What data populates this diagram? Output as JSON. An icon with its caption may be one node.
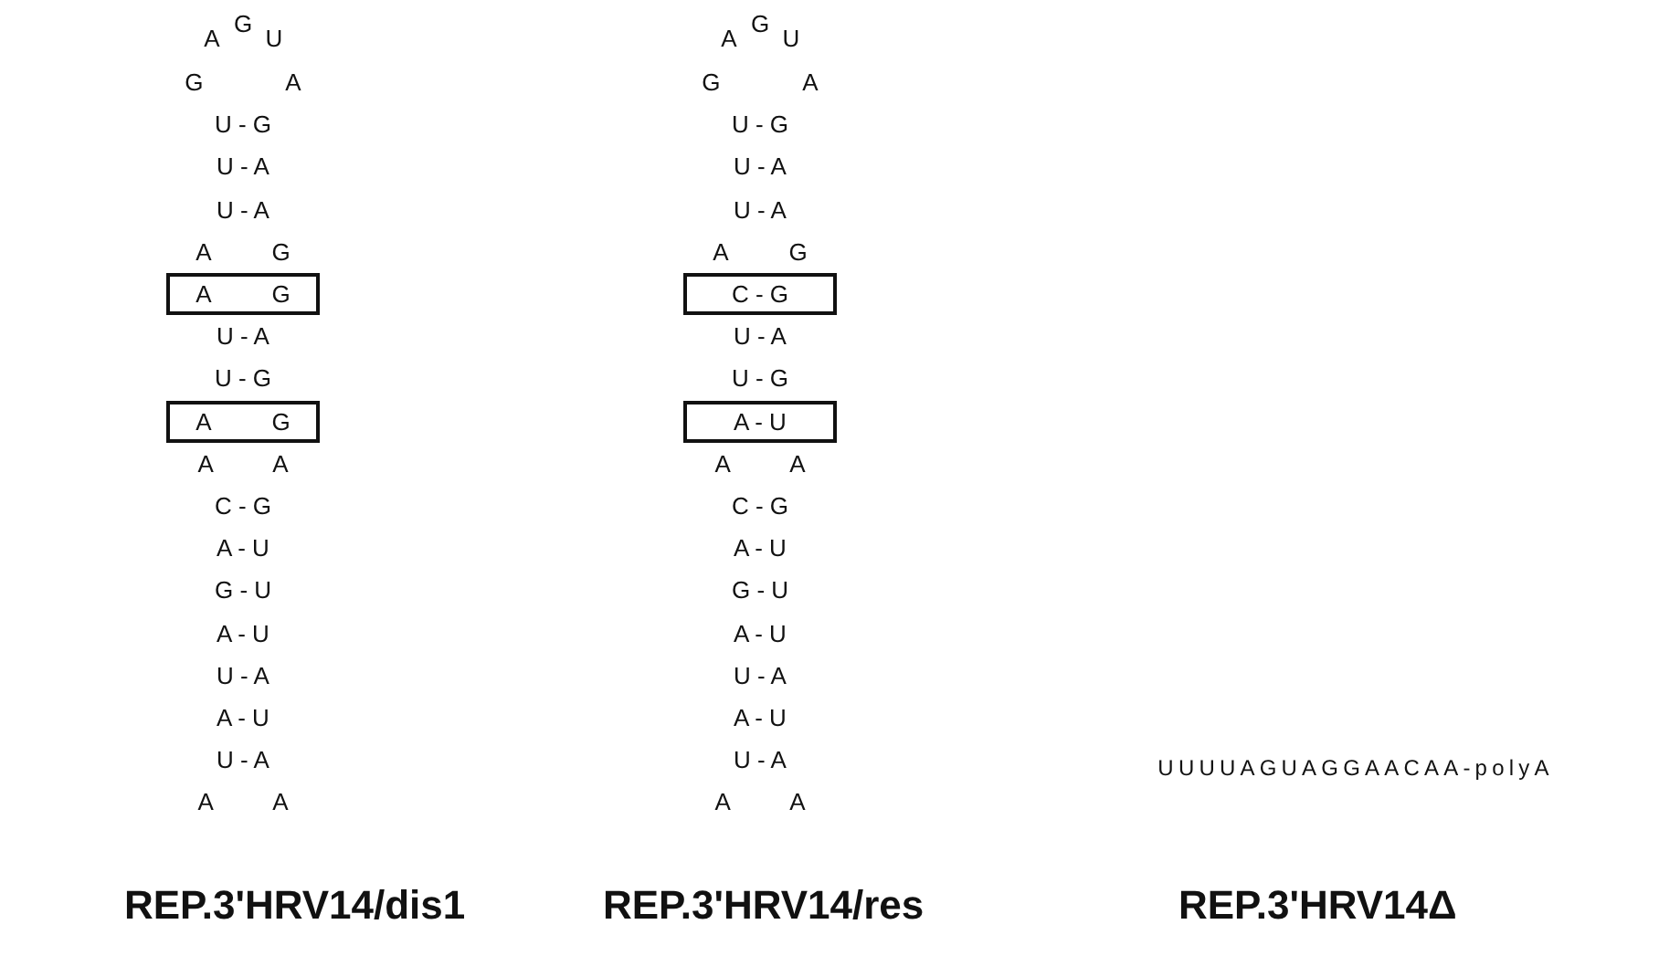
{
  "diagram": {
    "nodes": [
      {
        "text": [
          "A G"
        ]
      },
      {
        "text": [
          "A G"
        ]
      },
      {
        "text": [
          "C - G"
        ]
      },
      {
        "text": [
          "A - U"
        ]
      }
    ],
    "labels": [
      "A",
      "G",
      "U",
      "G A",
      "U - G",
      "U - A",
      "U - A",
      "A G",
      "U - A",
      "U - G",
      "A A",
      "C - G",
      "A - U",
      "G - U",
      "A - U",
      "U - A",
      "A - U",
      "U - A",
      "A A",
      "A",
      "G",
      "U",
      "G A",
      "U - G",
      "U - A",
      "U - A",
      "A G",
      "U - A",
      "U - G",
      "A A",
      "C - G",
      "A - U",
      "G - U",
      "A - U",
      "U - A",
      "A - U",
      "U - A",
      "A A",
      "UUUUAGUAGGAACAA-polyA",
      "REP.3'HRV14/dis1",
      "REP.3'HRV14/res",
      "REP.3'HRV14Δ"
    ]
  }
}
